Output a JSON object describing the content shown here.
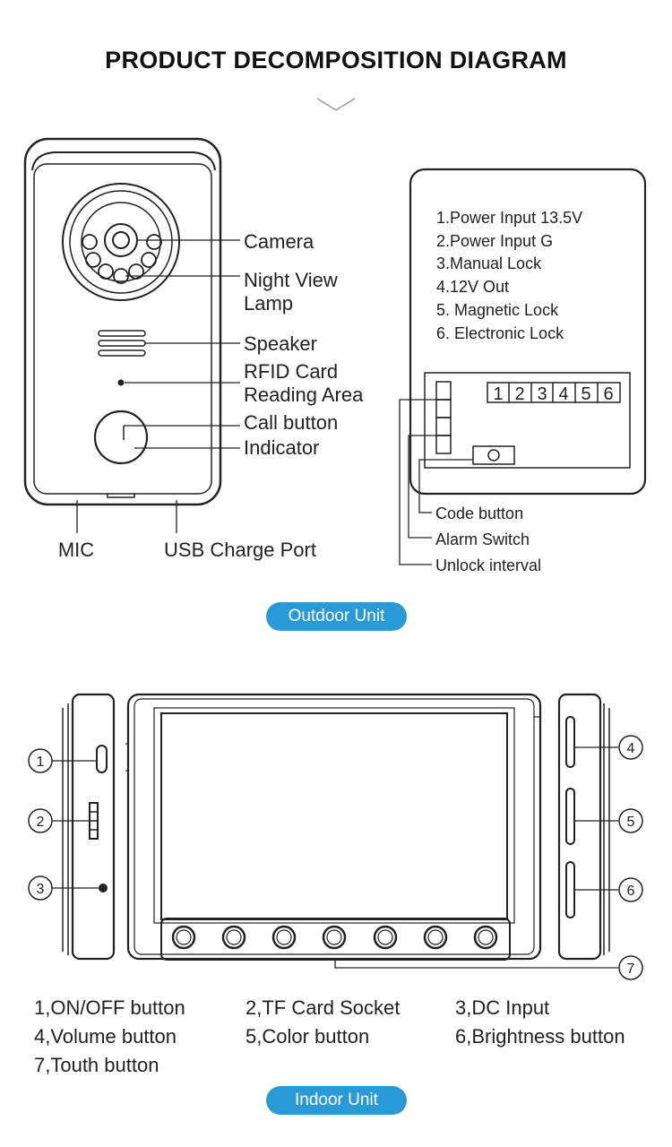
{
  "title": "PRODUCT DECOMPOSITION DIAGRAM",
  "outdoor": {
    "callouts": {
      "camera": "Camera",
      "night_view_1": "Night View",
      "night_view_2": "Lamp",
      "speaker": "Speaker",
      "rfid_1": "RFID Card",
      "rfid_2": "Reading Area",
      "call_button": "Call button",
      "indicator": "Indicator",
      "mic": "MIC",
      "usb": "USB Charge Port"
    },
    "wiring": {
      "items": [
        "1.Power Input 13.5V",
        "2.Power Input  G",
        "3.Manual Lock",
        "4.12V Out",
        "5. Magnetic Lock",
        "6. Electronic Lock"
      ],
      "terminals": [
        "1",
        "2",
        "3",
        "4",
        "5",
        "6"
      ],
      "callouts": {
        "code_button": "Code button",
        "alarm_switch": "Alarm  Switch",
        "unlock_interval": "Unlock interval"
      }
    },
    "badge": "Outdoor Unit"
  },
  "indoor": {
    "markers": [
      "1",
      "2",
      "3",
      "4",
      "5",
      "6",
      "7"
    ],
    "legend": [
      "1,ON/OFF button",
      "2,TF Card Socket",
      "3,DC Input",
      "4,Volume button",
      "5,Color button",
      "6,Brightness button",
      "7,Touth button"
    ],
    "badge": "Indoor Unit"
  },
  "colors": {
    "badge": "#2a9ad6",
    "line": "#222222"
  }
}
